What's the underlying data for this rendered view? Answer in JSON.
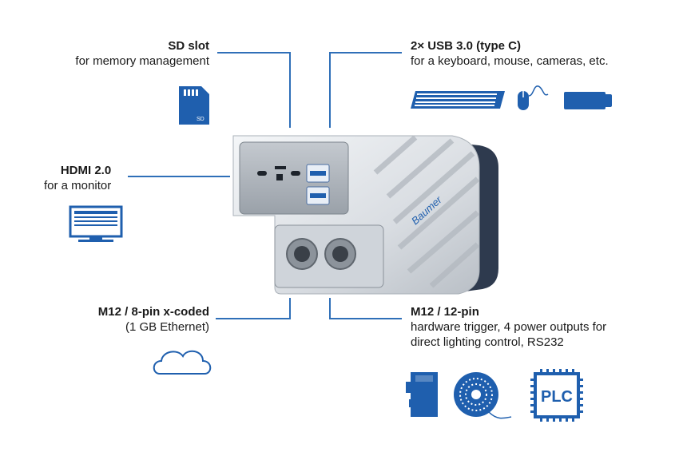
{
  "callouts": {
    "sd": {
      "title": "SD slot",
      "subtitle": "for memory management"
    },
    "usb": {
      "title": "2× USB 3.0 (type C)",
      "subtitle": "for a keyboard, mouse, cameras, etc."
    },
    "hdmi": {
      "title": "HDMI 2.0",
      "subtitle": "for a monitor"
    },
    "m12_8": {
      "title": "M12 / 8-pin x-coded",
      "subtitle": "(1 GB Ethernet)"
    },
    "m12_12": {
      "title": "M12 / 12-pin",
      "line1": "hardware trigger, 4 power outputs for",
      "line2": "direct lighting control, RS232"
    }
  },
  "icons": {
    "sd_card_text": "SD",
    "plc_text": "PLC",
    "brand_text": "Baumer"
  },
  "colors": {
    "accent": "#1f5fae",
    "line": "#2f6fb8",
    "text": "#1a1a1a"
  }
}
